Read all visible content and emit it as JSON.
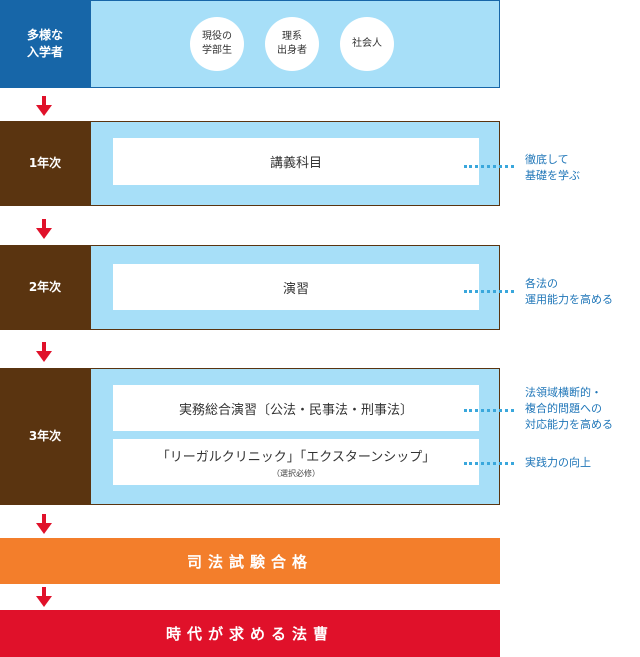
{
  "stages": [
    {
      "label": "多様な\n入学者"
    },
    {
      "label": "1年次"
    },
    {
      "label": "2年次"
    },
    {
      "label": "3年次"
    }
  ],
  "entrants": [
    {
      "label": "現役の\n学部生"
    },
    {
      "label": "理系\n出身者"
    },
    {
      "label": "社会人"
    }
  ],
  "boxes": {
    "year1": "講義科目",
    "year2": "演習",
    "year3_main": "実務総合演習〔公法・民事法・刑事法〕",
    "year3_elective": "「リーガルクリニック」「エクスターンシップ」",
    "year3_elective_note": "（選択必修）"
  },
  "notes": {
    "year1": "徹底して\n基礎を学ぶ",
    "year2": "各法の\n運用能力を高める",
    "year3_main": "法領域横断的・\n複合的問題への\n対応能力を高める",
    "year3_elective": "実践力の向上"
  },
  "bars": {
    "exam": "司法試験合格",
    "goal": "時代が求める法曹"
  },
  "colors": {
    "stage_blue": "#1766a8",
    "stage_brown": "#5a3410",
    "panel": "#a7dff8",
    "arrow": "#e0112a",
    "orange": "#f37e2b",
    "red": "#e0112a",
    "note": "#1f76b8"
  }
}
